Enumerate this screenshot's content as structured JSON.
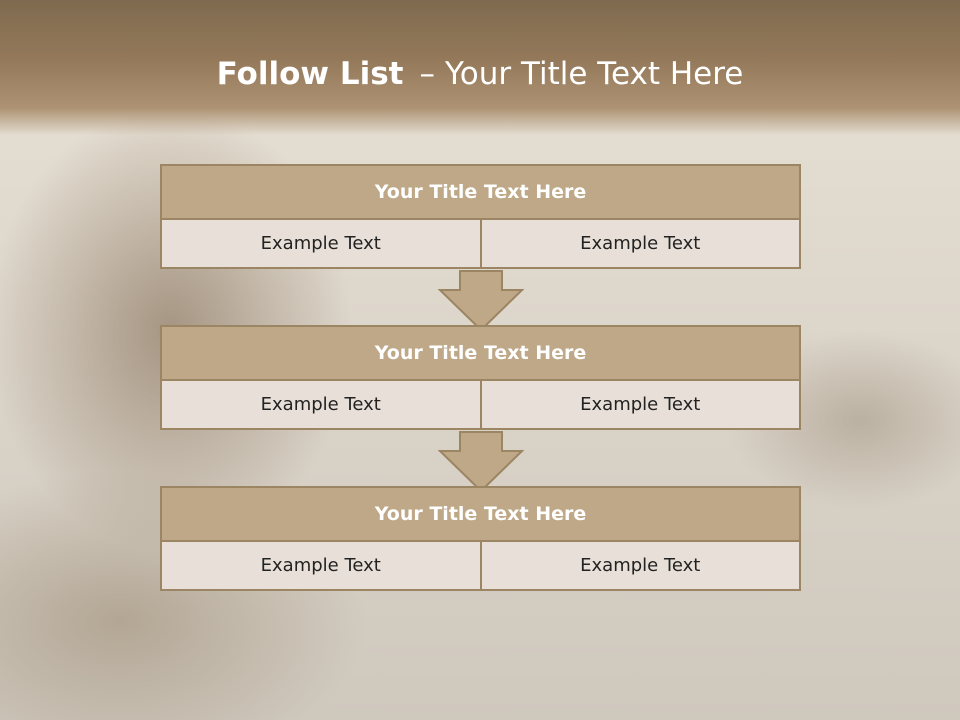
{
  "slide": {
    "title_bold": "Follow List",
    "title_separator": "–",
    "title_rest": "Your Title Text Here"
  },
  "steps": [
    {
      "title": "Your Title Text Here",
      "left": "Example Text",
      "right": "Example Text"
    },
    {
      "title": "Your Title Text Here",
      "left": "Example Text",
      "right": "Example Text"
    },
    {
      "title": "Your Title Text Here",
      "left": "Example Text",
      "right": "Example Text"
    }
  ],
  "colors": {
    "header": "#94795a",
    "box_title": "#bea887",
    "box_border": "#9c8563",
    "cell": "#e8e0d8",
    "arrow": "#bea887"
  },
  "icons": [
    "down-arrow-icon",
    "down-arrow-icon"
  ]
}
